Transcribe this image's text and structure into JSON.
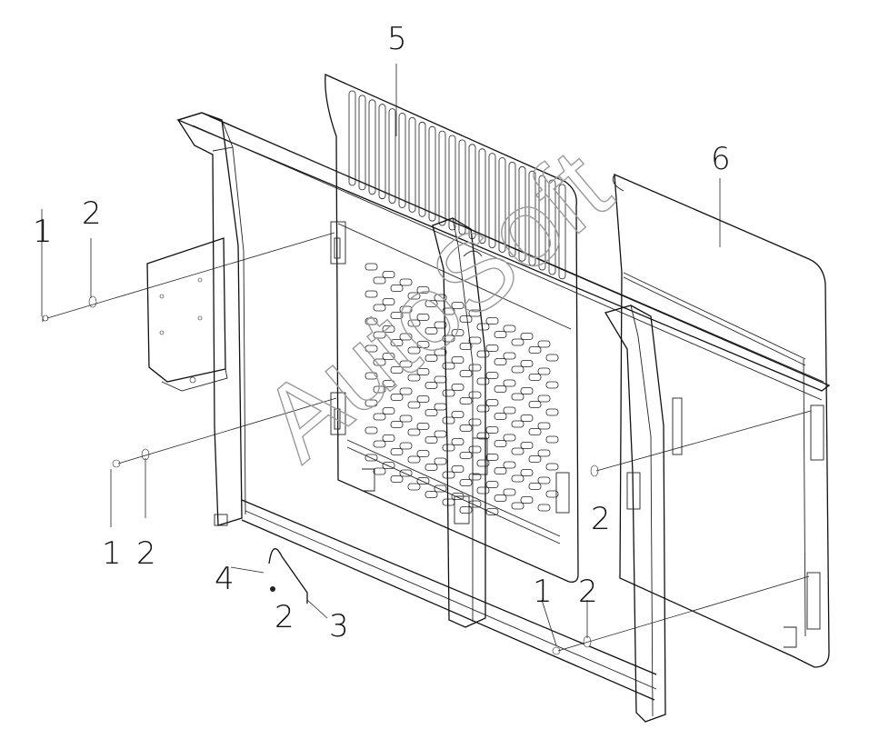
{
  "callouts": {
    "c1_left_top": "1",
    "c2_left_top": "2",
    "c1_left_bottom": "1",
    "c2_left_bottom": "2",
    "c4": "4",
    "c2_rod": "2",
    "c3": "3",
    "c5": "5",
    "c6": "6",
    "c2_mid_right": "2",
    "c1_bottom_center": "1",
    "c2_bottom_center": "2"
  },
  "watermark": "AutoSoft",
  "icons": [
    "bolt-icon",
    "washer-icon"
  ]
}
